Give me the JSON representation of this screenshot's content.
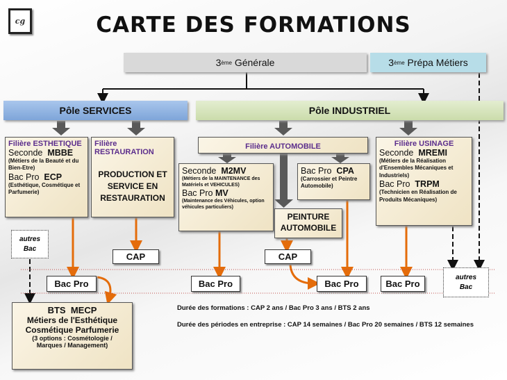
{
  "title": "CARTE DES FORMATIONS",
  "logo_text": "cg",
  "entry": {
    "generale": {
      "sup": "ème",
      "num": "3",
      "label": "Générale"
    },
    "prepa": {
      "sup": "ème",
      "num": "3",
      "label": "Prépa Métiers"
    }
  },
  "poles": {
    "services": "Pôle SERVICES",
    "industriel": "Pôle INDUSTRIEL"
  },
  "filieres": {
    "esthetique": {
      "title": "Filière ESTHETIQUE",
      "seconde": "Seconde",
      "seconde_code": "MBBE",
      "seconde_desc": "(Métiers de la Beauté et du Bien-Etre)",
      "bacpro": "Bac Pro",
      "bacpro_code": "ECP",
      "bacpro_desc": "(Esthétique, Cosmétique et Parfumerie)"
    },
    "restauration": {
      "title": "Filière RESTAURATION",
      "desc": "PRODUCTION ET SERVICE EN RESTAURATION"
    },
    "automobile": {
      "title": "Filière AUTOMOBILE",
      "m2mv": {
        "seconde": "Seconde",
        "code": "M2MV",
        "desc": "(Métiers de la MAINTENANCE des Matériels et VEHICULES)",
        "bacpro": "Bac Pro",
        "bacpro_code": "MV",
        "bacpro_desc": "(Maintenance des Véhicules, option véhicules particuliers)"
      },
      "cpa": {
        "bacpro": "Bac Pro",
        "code": "CPA",
        "desc": "(Carrossier et Peintre Automobile)"
      },
      "peinture": "PEINTURE AUTOMOBILE"
    },
    "usinage": {
      "title": "Filière USINAGE",
      "seconde": "Seconde",
      "seconde_code": "MREMI",
      "seconde_desc": "(Métiers de la Réalisation d'Ensembles Mécaniques et Industriels)",
      "bacpro": "Bac Pro",
      "bacpro_code": "TRPM",
      "bacpro_desc": "(Technicien en Réalisation de Produits Mécaniques)"
    }
  },
  "outcomes": {
    "cap": "CAP",
    "bacpro": "Bac Pro",
    "autres_bac_1": "autres",
    "autres_bac_2": "Bac"
  },
  "bts": {
    "title": "BTS",
    "code": "MECP",
    "line1": "Métiers de l'Esthétique",
    "line2": "Cosmétique Parfumerie",
    "options": "(3 options : Cosmétologie / Marques / Management)"
  },
  "info": {
    "durees": "Durée des formations : CAP 2 ans / Bac Pro 3 ans / BTS 2 ans",
    "periodes": "Durée des périodes en entreprise : CAP 14 semaines / Bac Pro 20 semaines / BTS 12 semaines"
  },
  "colors": {
    "services": "#8eb4e3",
    "industriel": "#d7e4bd",
    "generale": "#d9d9d9",
    "prepa": "#b7dde8",
    "orange": "#e46c0a",
    "filiere": "#5b2d8c"
  }
}
